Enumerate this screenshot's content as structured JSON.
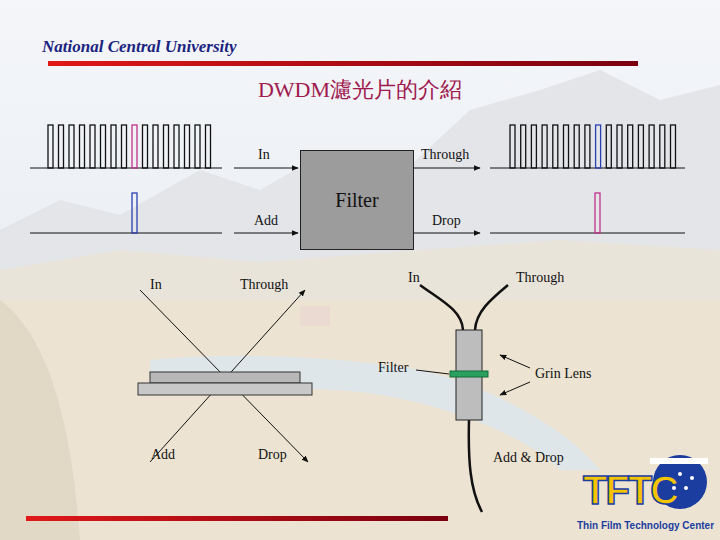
{
  "diagram": {
    "title": "DWDM濾光片的介紹",
    "nodes": [
      {
        "text": [
          "Filter"
        ]
      }
    ],
    "labels": [
      "National Central University",
      "In",
      "Add",
      "Through",
      "Drop",
      "In",
      "Through",
      "Add",
      "Drop",
      "In",
      "Through",
      "Filter",
      "Grin Lens",
      "Add & Drop",
      "TFTC",
      "Thin Film Technology Center"
    ]
  }
}
